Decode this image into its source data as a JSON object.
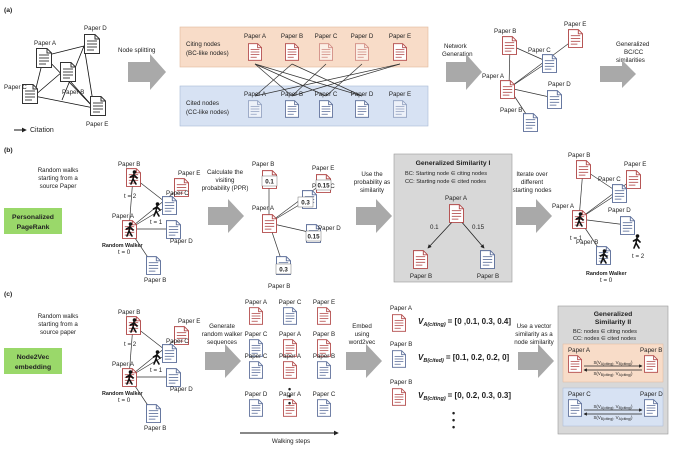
{
  "panels": {
    "a": {
      "tag": "(a)",
      "graph_nodes": [
        "Paper A",
        "Paper B",
        "Paper C",
        "Paper D",
        "Paper E"
      ],
      "legend": "Citation",
      "step1": "Node splitting",
      "citing_header": [
        "Citing nodes",
        "(BC-like nodes)"
      ],
      "cited_header": [
        "Cited nodes",
        "(CC-like nodes)"
      ],
      "papers": [
        "Paper A",
        "Paper B",
        "Paper C",
        "Paper D",
        "Paper E"
      ],
      "step2": [
        "Network",
        "Generation"
      ],
      "net_nodes": [
        "Paper B",
        "Paper C",
        "Paper E",
        "Paper A",
        "Paper D",
        "Paper B"
      ],
      "result": [
        "Generalized",
        "BC/CC",
        "similarities"
      ]
    },
    "b": {
      "tag": "(b)",
      "method": [
        "Personalized",
        "PageRank"
      ],
      "desc1": [
        "Random walks",
        "starting from a",
        "source Paper"
      ],
      "walk_nodes": [
        "Paper B",
        "Paper E",
        "Paper C",
        "Paper A",
        "Paper D",
        "Paper B"
      ],
      "walk_times": [
        "t = 2",
        "t = 1",
        "t = 0"
      ],
      "walker_label": "Random Walker",
      "desc2": [
        "Calculate the",
        "visiting",
        "probability (PPR)"
      ],
      "ppr_nodes": [
        "Paper B",
        "Paper E",
        "Paper C",
        "Paper A",
        "Paper D",
        "Paper B"
      ],
      "ppr_values": [
        "0.1",
        "0.15",
        "0.3",
        "0.15",
        "0.3"
      ],
      "desc3": [
        "Use the",
        "probability as",
        "similarity"
      ],
      "sim_title": "Generalized Similarity I",
      "sim_bc": "BC: Starting node ∈ citing nodes",
      "sim_cc": "CC: Starting node ∈ cited nodes",
      "sim_nodes": [
        "Paper A",
        "Paper B",
        "Paper B"
      ],
      "sim_values": [
        "0.1",
        "0.15"
      ],
      "desc4": [
        "Iterate over",
        "different",
        "starting nodes"
      ],
      "iter_nodes": [
        "Paper B",
        "Paper E",
        "Paper C",
        "Paper A",
        "Paper D",
        "Paper B"
      ],
      "iter_times": [
        "t = 1",
        "t = 2",
        "t = 0"
      ],
      "iter_walker": "Random Walker"
    },
    "c": {
      "tag": "(c)",
      "method": [
        "Node2Vec",
        "embedding"
      ],
      "desc1": [
        "Random walks",
        "starting from a",
        "source paper"
      ],
      "walk_nodes": [
        "Paper B",
        "Paper E",
        "Paper C",
        "Paper A",
        "Paper D",
        "Paper B"
      ],
      "walk_times": [
        "t = 2",
        "t = 1",
        "t = 0"
      ],
      "walker_label": "Random Walker",
      "desc2": [
        "Generate",
        "random walker",
        "sequences"
      ],
      "seq_rows": [
        [
          "Paper A",
          "Paper C",
          "Paper E"
        ],
        [
          "Paper C",
          "Paper A",
          "Paper B"
        ],
        [
          "Paper D",
          "Paper A",
          "Paper C"
        ]
      ],
      "ellipsis": "•\n•\n•",
      "axis": "Walking steps",
      "desc3": [
        "Embed",
        "using",
        "word2vec"
      ],
      "vec_nodes": [
        "Paper A",
        "Paper B",
        "Paper B"
      ],
      "vec_names": [
        "V",
        "V",
        "V"
      ],
      "vec_subs": [
        "A(citing)",
        "B(cited)",
        "B(citing)"
      ],
      "vec_values": [
        "= [0 ,0.1, 0.3, 0.4]",
        "= [0.1, 0.2, 0.2, 0]",
        "= [0, 0.2, 0.3, 0.3]"
      ],
      "desc4": [
        "Use a vector",
        "similarity as a",
        "node similarity"
      ],
      "sim_title": [
        "Generalized",
        "Similarity II"
      ],
      "sim_bc": "BC: nodes ∈ citing nodes",
      "sim_cc": "CC: nodes ∈ cited nodes",
      "pair1": [
        "Paper A",
        "Paper B"
      ],
      "pair2": [
        "Paper C",
        "Paper D"
      ],
      "fn": "S(V",
      "fn_subs": [
        "A(citing)",
        "B(citing)"
      ]
    }
  },
  "colors": {
    "citing": "#f8dcc8",
    "cited": "#d7e2f3",
    "red": "#b24a4a",
    "blue": "#5d6f9a",
    "arrow": "#a9a9a9",
    "green": "#9ad86a",
    "simbox": "#d8d8d8"
  }
}
